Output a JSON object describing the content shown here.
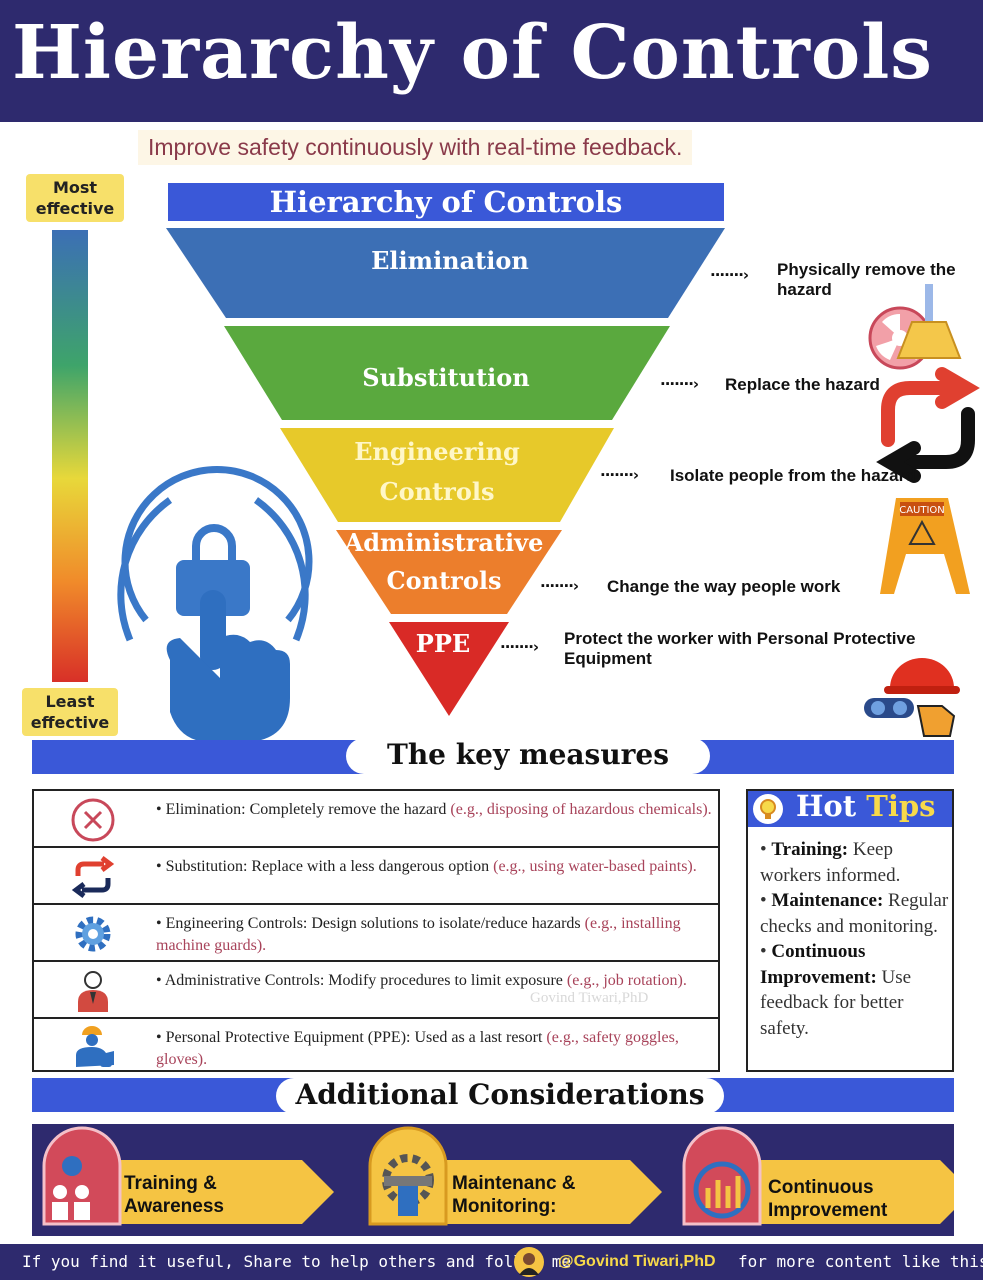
{
  "header": {
    "title": "Hierarchy of Controls"
  },
  "subtitle": "Improve safety continuously with real-time feedback.",
  "effectiveness": {
    "most": "Most effective",
    "least": "Least effective"
  },
  "pyramid": {
    "title": "Hierarchy of Controls",
    "levels": [
      {
        "name": "Elimination",
        "description": "Physically remove the hazard",
        "color": "#3c6fb5"
      },
      {
        "name": "Substitution",
        "description": "Replace the hazard",
        "color": "#5aa93e"
      },
      {
        "name": "Engineering Controls",
        "description": "Isolate people from the hazard",
        "color": "#e7c92a"
      },
      {
        "name": "Administrative Controls",
        "description": "Change the way people work",
        "color": "#ec7e2c"
      },
      {
        "name": "PPE",
        "description": "Protect the worker with Personal Protective Equipment",
        "color": "#d92a26"
      }
    ],
    "caution_sign": "CAUTION"
  },
  "key_measures": {
    "title": "The key measures",
    "rows": [
      {
        "icon": "x-circle-icon",
        "text": "Elimination: Completely remove the hazard",
        "example": "(e.g., disposing of hazardous chemicals)."
      },
      {
        "icon": "swap-arrows-icon",
        "text": "Substitution: Replace with a less dangerous option",
        "example": "(e.g., using water-based paints)."
      },
      {
        "icon": "gear-icon",
        "text": "Engineering Controls: Design solutions to isolate/reduce hazards",
        "example": "(e.g., installing machine guards)."
      },
      {
        "icon": "worker-icon",
        "text": "Administrative Controls: Modify procedures to limit exposure",
        "example": "(e.g., job rotation)."
      },
      {
        "icon": "ppe-worker-icon",
        "text": "Personal Protective Equipment (PPE): Used as a last resort",
        "example": "(e.g., safety goggles, gloves)."
      }
    ],
    "watermark": "Govind Tiwari,PhD"
  },
  "hot_tips": {
    "title_hot": "Hot",
    "title_tips": "Tips",
    "items": [
      {
        "label": "Training:",
        "text": "Keep workers informed."
      },
      {
        "label": "Maintenance:",
        "text": "Regular checks and monitoring."
      },
      {
        "label": "Continuous Improvement:",
        "text": "Use feedback for better safety."
      }
    ]
  },
  "additional": {
    "title": "Additional Considerations",
    "items": [
      {
        "line1": "Training &",
        "line2": "Awareness"
      },
      {
        "line1": "Maintenanc &",
        "line2": "Monitoring:"
      },
      {
        "line1": "Continuous",
        "line2": "Improvement"
      }
    ]
  },
  "footer": {
    "left": "If you find it useful, Share to help others and follow me",
    "handle": "@Govind Tiwari,PhD",
    "right": "for more content like this"
  },
  "colors": {
    "navy": "#2e2a6e",
    "blue": "#3a58d8",
    "accent_red": "#a8435a"
  }
}
